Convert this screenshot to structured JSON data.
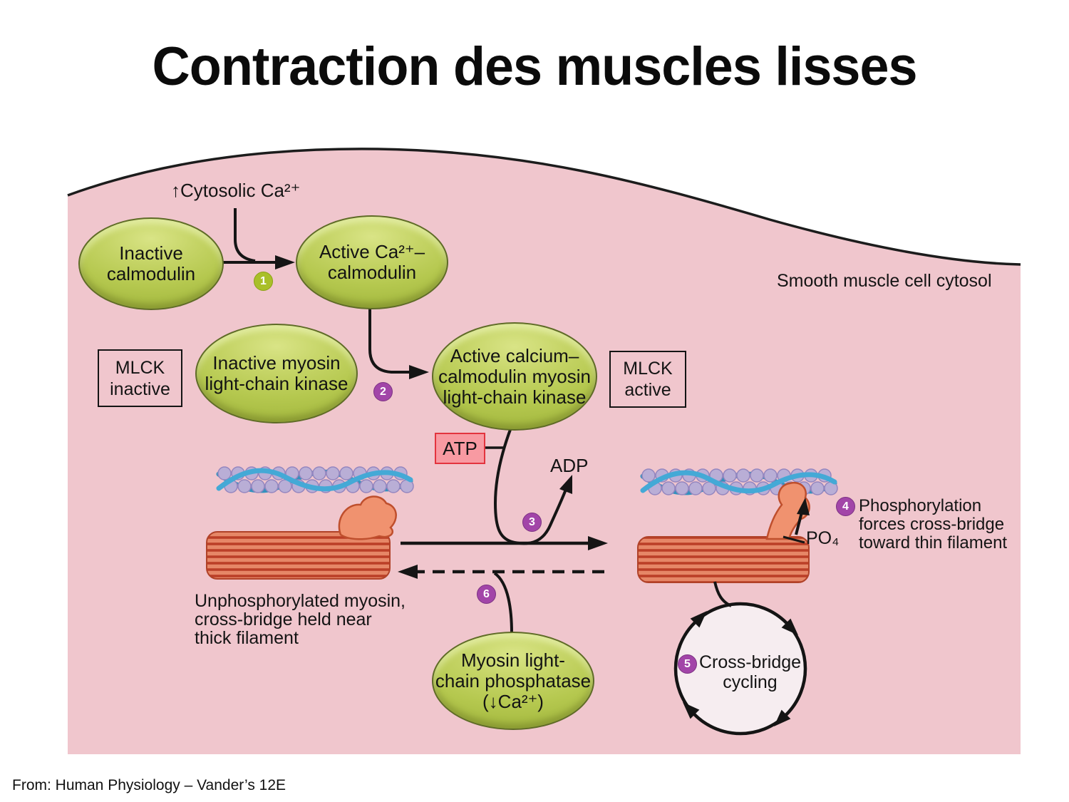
{
  "slide": {
    "title": "Contraction des muscles lisses",
    "attribution": "From: Human Physiology – Vander’s 12E"
  },
  "diagram": {
    "cell_label": "Smooth muscle cell cytosol",
    "signal": "↑Cytosolic Ca²⁺",
    "ovals": {
      "inactive_calmodulin": "Inactive\ncalmodulin",
      "active_ca_calmodulin": "Active Ca²⁺–\ncalmodulin",
      "inactive_mlck": "Inactive myosin\nlight-chain kinase",
      "active_mlck": "Active calcium–\ncalmodulin myosin\nlight-chain kinase",
      "phosphatase": "Myosin light-\nchain phosphatase\n(↓Ca²⁺)"
    },
    "boxes": {
      "mlck_inactive": "MLCK\ninactive",
      "mlck_active": "MLCK\nactive",
      "atp": "ATP"
    },
    "labels": {
      "adp": "ADP",
      "po4": "PO₄",
      "step4": "Phosphorylation\nforces cross-bridge\ntoward thin filament",
      "unphosphorylated": "Unphosphorylated myosin,\ncross-bridge held near\nthick filament",
      "cycling": "Cross-bridge\ncycling"
    },
    "steps": [
      "1",
      "2",
      "3",
      "4",
      "5",
      "6"
    ],
    "colors": {
      "cell_fill": "#f0c6cd",
      "oval_green": "#b5c84f",
      "oval_border": "#5f6b27",
      "step_purple": "#a245a8",
      "step_green": "#a9bf29",
      "atp_fill": "#f89aa2",
      "atp_border": "#e3343e",
      "thick_filament": "#e68767",
      "thick_filament_stripe": "#bb3f28",
      "bead_purple": "#b9aed6",
      "strand_blue": "#44a9d6"
    }
  }
}
